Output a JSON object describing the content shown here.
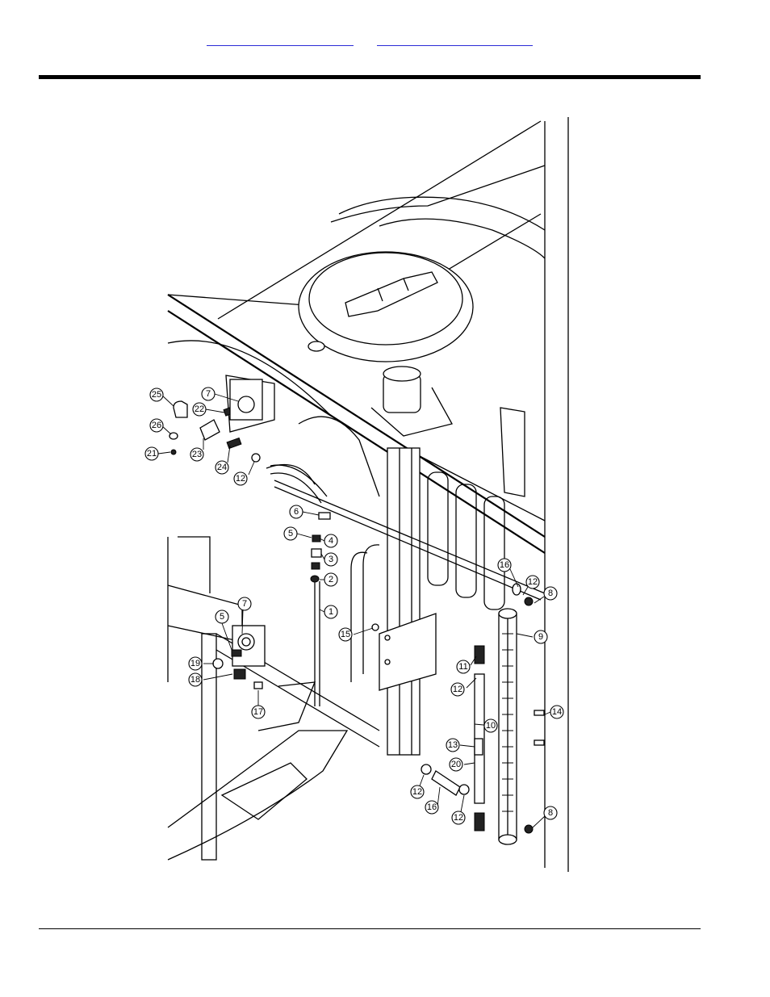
{
  "nav": {
    "link_1": "",
    "link_2": ""
  },
  "callouts": [
    "25",
    "7",
    "22",
    "26",
    "23",
    "21",
    "24",
    "12",
    "6",
    "5",
    "4",
    "3",
    "2",
    "1",
    "16",
    "12",
    "8",
    "15",
    "7",
    "5",
    "9",
    "19",
    "18",
    "11",
    "12",
    "17",
    "14",
    "10",
    "13",
    "20",
    "12",
    "16",
    "12",
    "8"
  ]
}
